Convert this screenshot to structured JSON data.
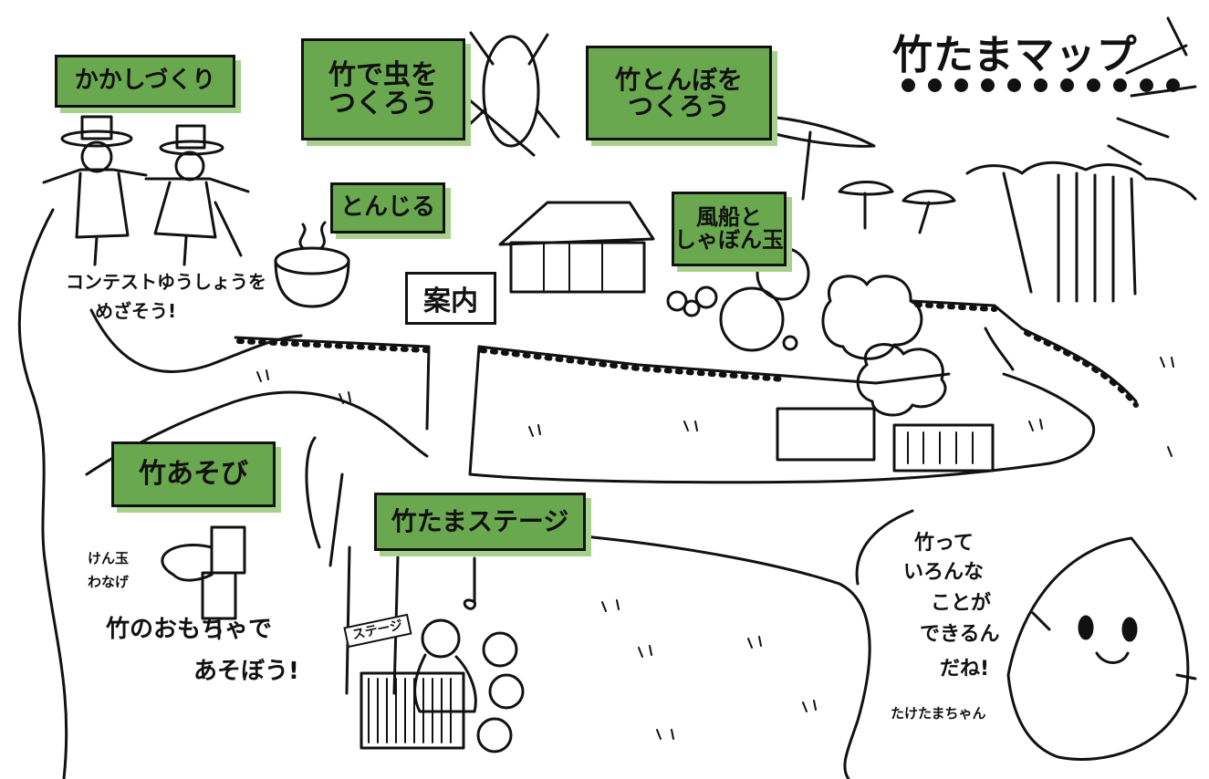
{
  "title": "竹たまマップ",
  "labels": {
    "kakashi": "かかしづくり",
    "mushi": "竹で虫を\nつくろう",
    "tonbo": "竹とんぼを\nつくろう",
    "tonjiru": "とんじる",
    "fusen": "風船と\nしゃぼん玉",
    "asobi": "竹あそび",
    "stage": "竹たまステージ"
  },
  "info_sign": "案内",
  "notes": {
    "contest_1": "コンテストゆうしょうを",
    "contest_2": "めざそう!",
    "kendama_1": "けん玉",
    "kendama_2": "わなげ",
    "toys_1": "竹のおもちゃで",
    "toys_2": "あそぼう!",
    "stage_banner": "ステージ",
    "speech_1": "竹って",
    "speech_2": "いろんな",
    "speech_3": "ことが",
    "speech_4": "できるん",
    "speech_5": "だね!",
    "character": "たけたまちゃん"
  },
  "colors": {
    "label_fill": "#6aa84f",
    "label_shadow": "#a8d08d",
    "ink": "#111111"
  }
}
